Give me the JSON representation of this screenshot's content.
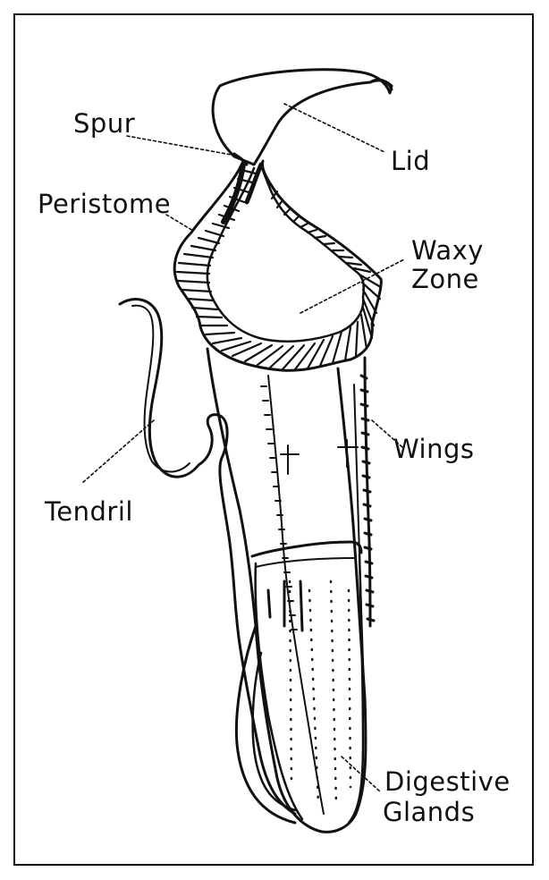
{
  "diagram": {
    "labels": {
      "spur": "Spur",
      "lid": "Lid",
      "peristome": "Peristome",
      "waxy_line1": "Waxy",
      "waxy_line2": "Zone",
      "wings": "Wings",
      "tendril": "Tendril",
      "digestive_line1": "Digestive",
      "digestive_line2": "Glands"
    }
  }
}
